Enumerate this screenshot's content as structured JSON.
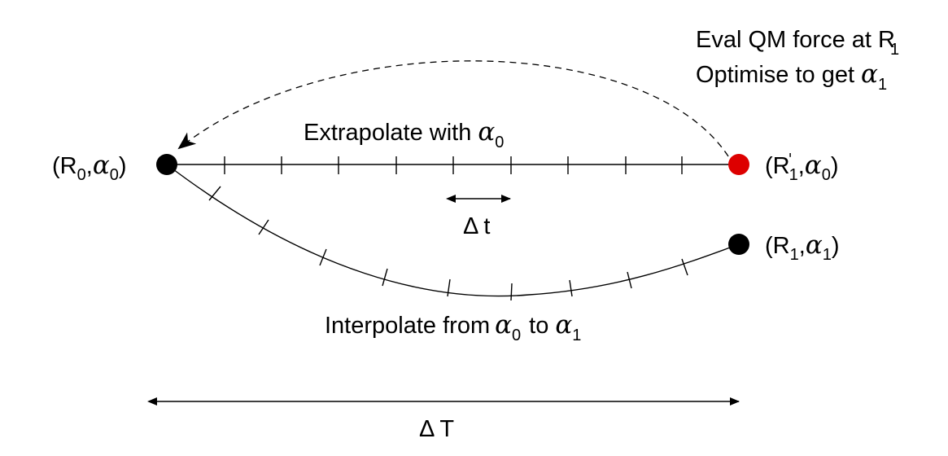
{
  "nodes": {
    "start": {
      "R": "R",
      "R_sub": "0",
      "alpha": "α",
      "alpha_sub": "0",
      "color": "#000000"
    },
    "predicted": {
      "R": "R",
      "R_prime": "'",
      "R_sub": "1",
      "alpha": "α",
      "alpha_sub": "0",
      "color": "#dd0000"
    },
    "final": {
      "R": "R",
      "R_sub": "1",
      "alpha": "α",
      "alpha_sub": "1",
      "color": "#000000"
    }
  },
  "annotations": {
    "eval_line": "Eval QM force at R",
    "eval_sub": "1",
    "optimise_text": "Optimise to get",
    "optimise_alpha": "α",
    "optimise_sub": "1"
  },
  "extrapolate": {
    "text": "Extrapolate with",
    "alpha": "α",
    "alpha_sub": "0"
  },
  "interpolate": {
    "text": "Interpolate from",
    "alpha_a": "α",
    "alpha_a_sub": "0",
    "to": "to",
    "alpha_b": "α",
    "alpha_b_sub": "1"
  },
  "small_step": {
    "delta": "Δ",
    "var": "t"
  },
  "big_step": {
    "delta": "Δ",
    "var": "T"
  }
}
